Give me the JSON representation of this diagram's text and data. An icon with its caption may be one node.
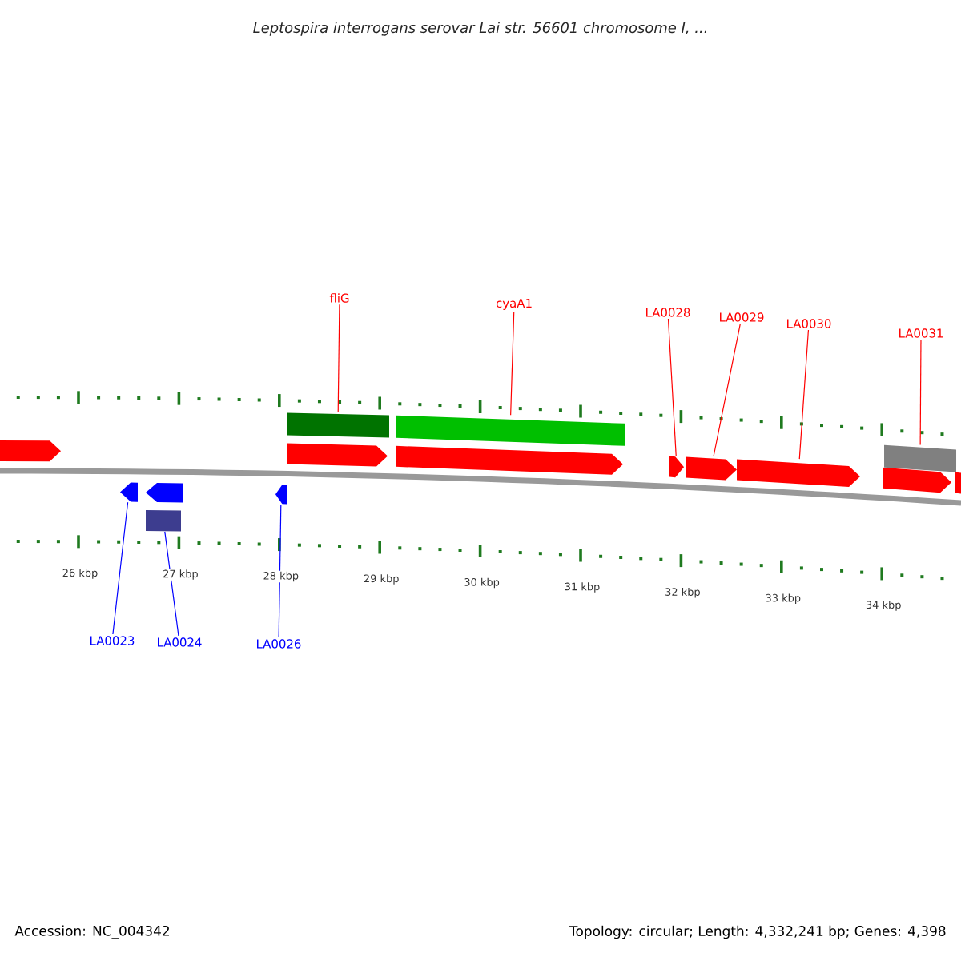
{
  "diagram": {
    "title": "Leptospira interrogans serovar Lai str. 56601 chromosome I, ...",
    "nodes": [
      {
        "text": [
          "fliG"
        ]
      },
      {
        "text": [
          "cyaA1"
        ]
      },
      {
        "text": [
          "LA0028"
        ]
      },
      {
        "text": [
          "LA0029"
        ]
      },
      {
        "text": [
          "LA0030"
        ]
      },
      {
        "text": [
          "LA0031"
        ]
      },
      {
        "text": [
          "LA0023"
        ]
      },
      {
        "text": [
          "LA0024"
        ]
      },
      {
        "text": [
          "LA0026"
        ]
      },
      {
        "text": [],
        "shape": "bar"
      },
      {
        "text": [],
        "shape": "bar"
      },
      {
        "text": [],
        "shape": "pentagon"
      },
      {
        "text": [],
        "shape": "pentagon"
      },
      {
        "text": [],
        "shape": "pentagon"
      },
      {
        "text": [],
        "shape": "bar"
      },
      {
        "text": [],
        "shape": "pentagon"
      },
      {
        "text": [],
        "shape": "bar"
      },
      {
        "text": [],
        "shape": "pentagon"
      }
    ],
    "edges": [
      {
        "from": 0,
        "to": 9,
        "arrow": "none"
      },
      {
        "from": 1,
        "to": 10,
        "arrow": "none"
      },
      {
        "from": 2,
        "to": 11,
        "arrow": "none"
      },
      {
        "from": 3,
        "to": 12,
        "arrow": "none"
      },
      {
        "from": 4,
        "to": 13,
        "arrow": "none"
      },
      {
        "from": 5,
        "to": 14,
        "arrow": "none"
      },
      {
        "from": 6,
        "to": 15,
        "arrow": "none",
        "color": "#0000ff"
      },
      {
        "from": 7,
        "to": 16,
        "arrow": "none",
        "color": "#0000ff"
      },
      {
        "from": 8,
        "to": 17,
        "arrow": "none",
        "color": "#0000ff"
      }
    ],
    "labels": [
      "26 kbp",
      "27 kbp",
      "28 kbp",
      "29 kbp",
      "30 kbp",
      "31 kbp",
      "32 kbp",
      "33 kbp",
      "34 kbp",
      "Accession: NC_004342",
      "Topology: circular; Length: 4,332,241 bp; Genes: 4,398"
    ]
  }
}
